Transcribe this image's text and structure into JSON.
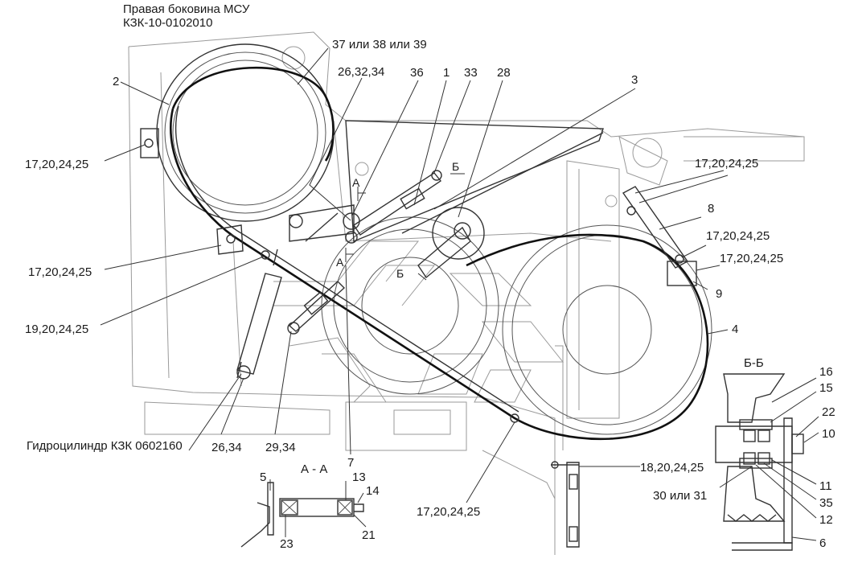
{
  "header": {
    "line1": "Правая боковина МСУ",
    "line2": "КЗК-10-0102010"
  },
  "labels": {
    "l37": "37 или 38 или 39",
    "l26_32_34": "26,32,34",
    "l36": "36",
    "l1": "1",
    "l33": "33",
    "l28": "28",
    "l3": "3",
    "l2": "2",
    "l17a": "17,20,24,25",
    "l17b": "17,20,24,25",
    "l17c": "17,20,24,25",
    "l17d": "17,20,24,25",
    "l17e": "17,20,24,25",
    "l17f": "17,20,24,25",
    "l8": "8",
    "l9": "9",
    "l4": "4",
    "l19": "19,20,24,25",
    "l26_34": "26,34",
    "l29_34": "29,34",
    "l7": "7",
    "l18": "18,20,24,25",
    "cylinder": "Гидроцилиндр КЗК 0602160",
    "sec_a_top1": "А",
    "sec_a_top2": "А",
    "sec_b_top1": "Б",
    "sec_b_top2": "Б"
  },
  "section_aa": {
    "title": "А - А",
    "l5": "5",
    "l13": "13",
    "l14": "14",
    "l21": "21",
    "l23": "23"
  },
  "section_bb": {
    "title": "Б-Б",
    "l16": "16",
    "l15": "15",
    "l22": "22",
    "l10": "10",
    "l11": "11",
    "l35": "35",
    "l12": "12",
    "l6": "6",
    "l30": "30 или 31"
  }
}
